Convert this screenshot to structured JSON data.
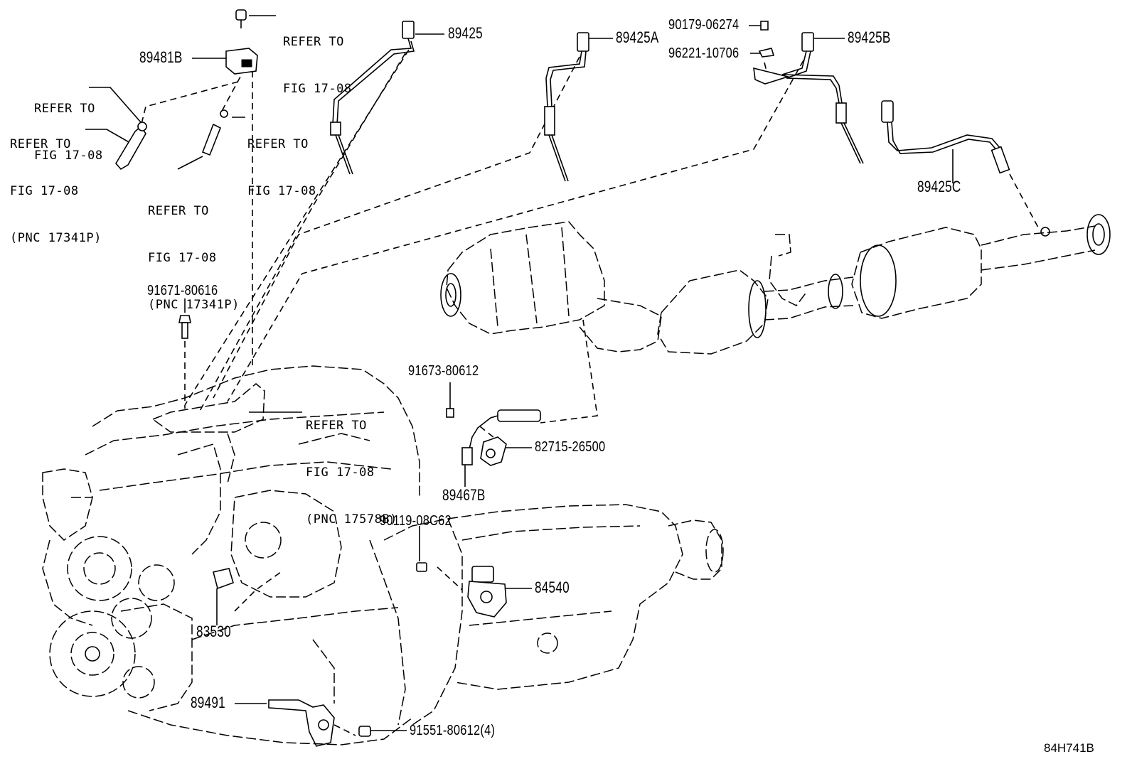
{
  "diagram_code": "84H741B",
  "callouts": {
    "ref_top": [
      "REFER TO",
      "FIG 17-08"
    ],
    "ref_hose_left": [
      "REFER TO",
      "FIG 17-08"
    ],
    "ref_hose_far_left": [
      "REFER TO",
      "FIG 17-08",
      "(PNC 17341P)"
    ],
    "ref_hose_mid": [
      "REFER TO",
      "FIG 17-08"
    ],
    "ref_hose_bottom": [
      "REFER TO",
      "FIG 17-08",
      "(PNC 17341P)"
    ],
    "ref_bracket": [
      "REFER TO",
      "FIG 17-08",
      "(PNC 17578B)"
    ]
  },
  "parts": {
    "p89481B": "89481B",
    "p89425": "89425",
    "p89425A": "89425A",
    "p90179": "90179-06274",
    "p96221": "96221-10706",
    "p89425B": "89425B",
    "p89425C": "89425C",
    "p91671": "91671-80616",
    "p91673": "91673-80612",
    "p82715": "82715-26500",
    "p89467B": "89467B",
    "p90119": "90119-08C62",
    "p84540": "84540",
    "p83530": "83530",
    "p89491": "89491",
    "p91551": "91551-80612(4)"
  }
}
